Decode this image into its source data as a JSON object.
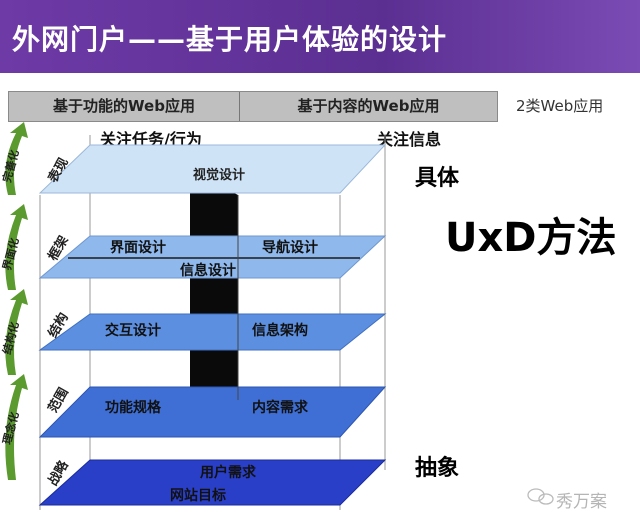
{
  "title": "外网门户——基于用户体验的设计",
  "header": {
    "left": "基于功能的Web应用",
    "right": "基于内容的Web应用",
    "note": "2类Web应用"
  },
  "columns": {
    "left_focus": "关注任务/行为",
    "right_focus": "关注信息"
  },
  "side_labels": {
    "concrete": "具体",
    "method": "UxD方法",
    "abstract": "抽象"
  },
  "arrows": [
    "完善化",
    "界面化",
    "结构化",
    "理念化"
  ],
  "planes": [
    {
      "name": "表现",
      "items": [
        "视觉设计"
      ]
    },
    {
      "name": "框架",
      "items": [
        "界面设计",
        "导航设计",
        "信息设计"
      ]
    },
    {
      "name": "结构",
      "items": [
        "交互设计",
        "信息架构"
      ]
    },
    {
      "name": "范围",
      "items": [
        "功能规格",
        "内容需求"
      ]
    },
    {
      "name": "战略",
      "items": [
        "用户需求",
        "网站目标"
      ]
    }
  ],
  "watermark": "秀万案",
  "colors": {
    "title_bg": "#5b2f92",
    "plane_surface": "#cfe3f7",
    "plane_skeleton": "#8fb8ec",
    "plane_structure": "#5d8fe0",
    "plane_scope": "#3f6fd4",
    "plane_strategy": "#2a3fc8",
    "arrow_green": "#5a9a2e"
  }
}
